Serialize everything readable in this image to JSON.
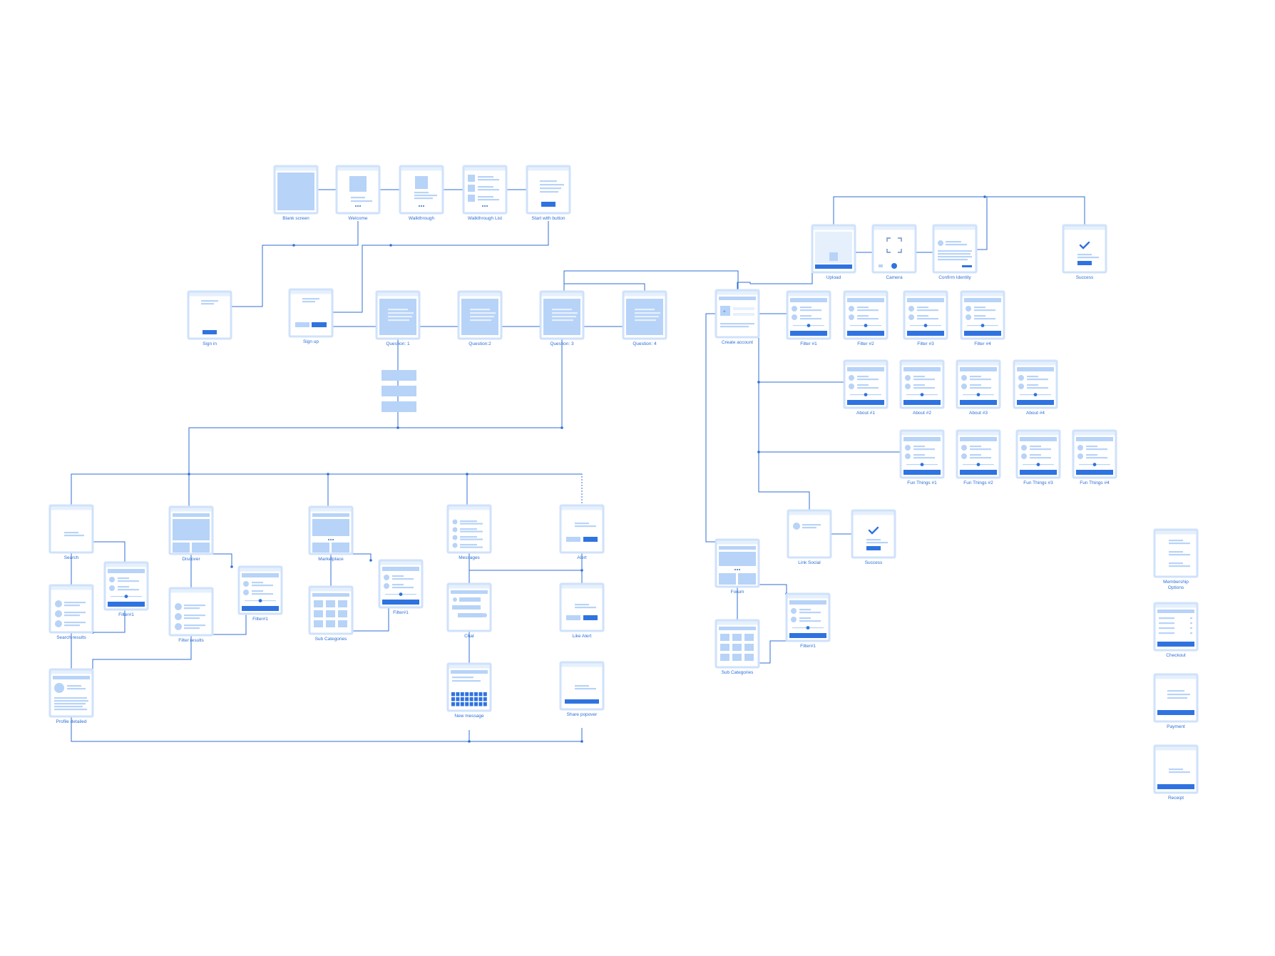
{
  "colors": {
    "accent": "#2f73e0",
    "frame": "#cfe2fb",
    "frame_light": "#e6f0fd",
    "bar": "#b7d3f8",
    "line": "#2f6fd6",
    "label": "#2f6fd6"
  },
  "screens": [
    {
      "id": "blank-screen",
      "label": "Blank screen",
      "kind": "blank"
    },
    {
      "id": "welcome",
      "label": "Welcome",
      "kind": "welcome"
    },
    {
      "id": "walkthrough",
      "label": "Walkthrough",
      "kind": "walkthrough"
    },
    {
      "id": "walkthrough-list",
      "label": "Walkthrough List",
      "kind": "walklist"
    },
    {
      "id": "start-with-button",
      "label": "Start with button",
      "kind": "startbtn"
    },
    {
      "id": "sign-in",
      "label": "Sign in",
      "kind": "form"
    },
    {
      "id": "sign-up",
      "label": "Sign up",
      "kind": "signup"
    },
    {
      "id": "question-1",
      "label": "Question: 1",
      "kind": "question"
    },
    {
      "id": "question-2",
      "label": "Question:2",
      "kind": "question"
    },
    {
      "id": "question-3",
      "label": "Question: 3",
      "kind": "question"
    },
    {
      "id": "question-4",
      "label": "Question: 4",
      "kind": "question"
    },
    {
      "id": "create-account",
      "label": "Create account",
      "kind": "create"
    },
    {
      "id": "upload",
      "label": "Upload",
      "kind": "upload"
    },
    {
      "id": "camera",
      "label": "Camera",
      "kind": "camera"
    },
    {
      "id": "confirm-identity",
      "label": "Confirm Identity",
      "kind": "confirm"
    },
    {
      "id": "success-top",
      "label": "Success",
      "kind": "success"
    },
    {
      "id": "filter-1-top",
      "label": "Filter #1",
      "kind": "filter"
    },
    {
      "id": "filter-2-top",
      "label": "Filter #2",
      "kind": "filter"
    },
    {
      "id": "filter-3-top",
      "label": "Filter #3",
      "kind": "filter"
    },
    {
      "id": "filter-4-top",
      "label": "Filter #4",
      "kind": "filter"
    },
    {
      "id": "about-1",
      "label": "About #1",
      "kind": "filter"
    },
    {
      "id": "about-2",
      "label": "About #2",
      "kind": "filter"
    },
    {
      "id": "about-3",
      "label": "About #3",
      "kind": "filter"
    },
    {
      "id": "about-4",
      "label": "About #4",
      "kind": "filter"
    },
    {
      "id": "fun-1",
      "label": "Fun Things #1",
      "kind": "filter"
    },
    {
      "id": "fun-2",
      "label": "Fun Things #2",
      "kind": "filter"
    },
    {
      "id": "fun-3",
      "label": "Fun Things #3",
      "kind": "filter"
    },
    {
      "id": "fun-4",
      "label": "Fun Things #4",
      "kind": "filter"
    },
    {
      "id": "link-social",
      "label": "Link Social",
      "kind": "social"
    },
    {
      "id": "success-mid",
      "label": "Success",
      "kind": "success"
    },
    {
      "id": "search",
      "label": "Search",
      "kind": "search"
    },
    {
      "id": "search-results",
      "label": "Search results",
      "kind": "results"
    },
    {
      "id": "filter-search",
      "label": "Filter#1",
      "kind": "filter"
    },
    {
      "id": "profile-detailed",
      "label": "Profile detailed",
      "kind": "profile"
    },
    {
      "id": "discover",
      "label": "Discover",
      "kind": "discover"
    },
    {
      "id": "filter-results",
      "label": "Filter results",
      "kind": "results"
    },
    {
      "id": "filter-discover",
      "label": "Filter#1",
      "kind": "filter"
    },
    {
      "id": "marketplace",
      "label": "Marketplace",
      "kind": "market"
    },
    {
      "id": "sub-categories-market",
      "label": "Sub Categories",
      "kind": "grid"
    },
    {
      "id": "filter-market",
      "label": "Filter#1",
      "kind": "filter"
    },
    {
      "id": "messages",
      "label": "Messages",
      "kind": "messages"
    },
    {
      "id": "chat",
      "label": "Chat",
      "kind": "chat"
    },
    {
      "id": "new-message",
      "label": "New message",
      "kind": "keyboard"
    },
    {
      "id": "alert",
      "label": "Alert",
      "kind": "alert"
    },
    {
      "id": "like-alert",
      "label": "Like Alert",
      "kind": "likealert"
    },
    {
      "id": "share-popover",
      "label": "Share popover",
      "kind": "share"
    },
    {
      "id": "forum",
      "label": "Forum",
      "kind": "forum"
    },
    {
      "id": "sub-categories-forum",
      "label": "Sub Categories",
      "kind": "grid"
    },
    {
      "id": "filter-forum",
      "label": "Filter#1",
      "kind": "filter"
    },
    {
      "id": "membership-options",
      "label": "Membership\nOptions",
      "kind": "membership"
    },
    {
      "id": "checkout",
      "label": "Checkout",
      "kind": "checkout"
    },
    {
      "id": "payment",
      "label": "Payment",
      "kind": "payment"
    },
    {
      "id": "receipt",
      "label": "Receipt",
      "kind": "receipt"
    }
  ]
}
